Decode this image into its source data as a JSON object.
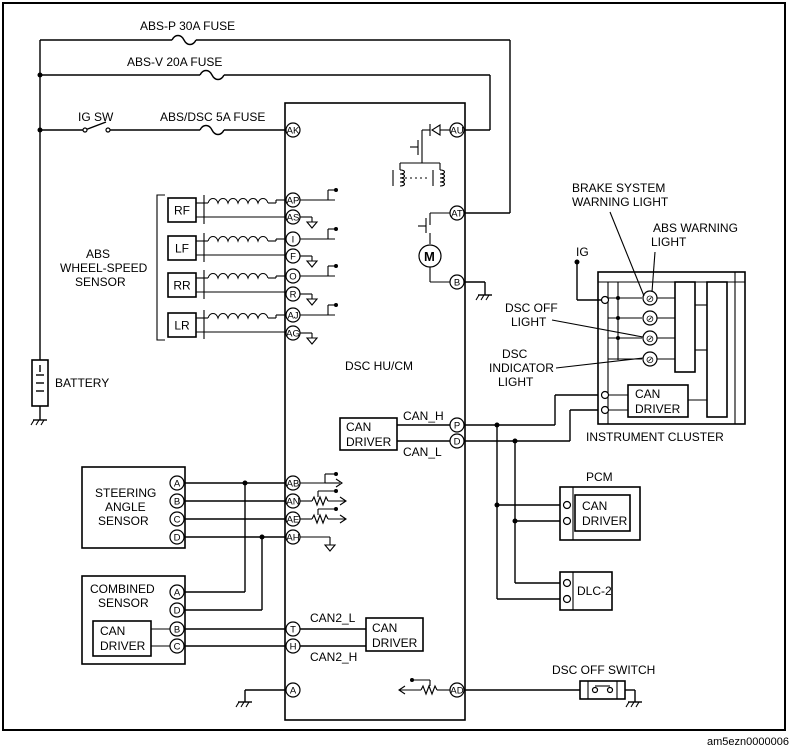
{
  "labels": {
    "absp_fuse": "ABS-P 30A FUSE",
    "absv_fuse": "ABS-V 20A FUSE",
    "ig_sw": "IG SW",
    "absdsc_fuse": "ABS/DSC 5A FUSE",
    "battery": "BATTERY",
    "abs_wss_1": "ABS",
    "abs_wss_2": "WHEEL-SPEED",
    "abs_wss_3": "SENSOR",
    "dsc_hucm": "DSC HU/CM",
    "can_driver_1": "CAN",
    "can_driver_2": "DRIVER",
    "can_h": "CAN_H",
    "can_l": "CAN_L",
    "can2_l": "CAN2_L",
    "can2_h": "CAN2_H",
    "steering_1": "STEERING",
    "steering_2": "ANGLE",
    "steering_3": "SENSOR",
    "combined_1": "COMBINED",
    "combined_2": "SENSOR",
    "brake_light_1": "BRAKE SYSTEM",
    "brake_light_2": "WARNING LIGHT",
    "abs_light_1": "ABS WARNING",
    "abs_light_2": "LIGHT",
    "ig": "IG",
    "dsc_off_light_1": "DSC OFF",
    "dsc_off_light_2": "LIGHT",
    "dsc_ind_1": "DSC",
    "dsc_ind_2": "INDICATOR",
    "dsc_ind_3": "LIGHT",
    "instrument_cluster": "INSTRUMENT CLUSTER",
    "pcm": "PCM",
    "dlc2": "DLC-2",
    "dsc_off_switch": "DSC OFF SWITCH",
    "motor": "M",
    "code": "am5ezn0000006"
  },
  "sensors": [
    "RF",
    "LF",
    "RR",
    "LR"
  ],
  "dsc_pins": {
    "ak": "AK",
    "au": "AU",
    "at": "AT",
    "b": "B",
    "ap": "AP",
    "as": "AS",
    "i": "I",
    "f": "F",
    "o": "O",
    "r": "R",
    "aj": "AJ",
    "ag": "AG",
    "p": "P",
    "d": "D",
    "ab": "AB",
    "an": "AN",
    "ae": "AE",
    "ah": "AH",
    "t": "T",
    "h": "H",
    "a": "A",
    "ad": "AD"
  },
  "steering_pins": [
    "A",
    "B",
    "C",
    "D"
  ],
  "combined_pins": [
    "A",
    "D",
    "B",
    "C"
  ]
}
